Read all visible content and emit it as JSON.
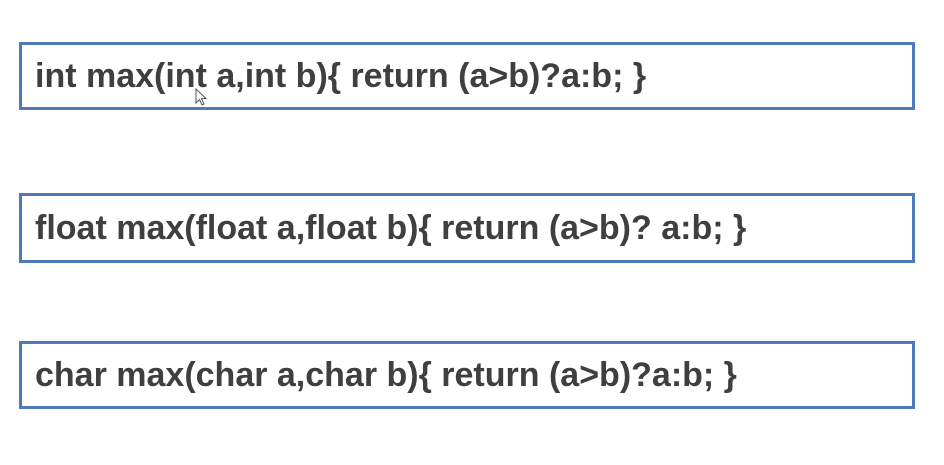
{
  "slide": {
    "lines": [
      {
        "code": "int max(int a,int b){ return (a>b)?a:b; }"
      },
      {
        "code": "float max(float a,float b){ return (a>b)? a:b; }"
      },
      {
        "code": "char max(char a,char b){ return (a>b)?a:b; }"
      }
    ]
  },
  "colors": {
    "border": "#4e7ab8",
    "text": "#3f3f3f",
    "background": "#ffffff"
  },
  "icons": {
    "cursor": "mouse-pointer-icon"
  }
}
